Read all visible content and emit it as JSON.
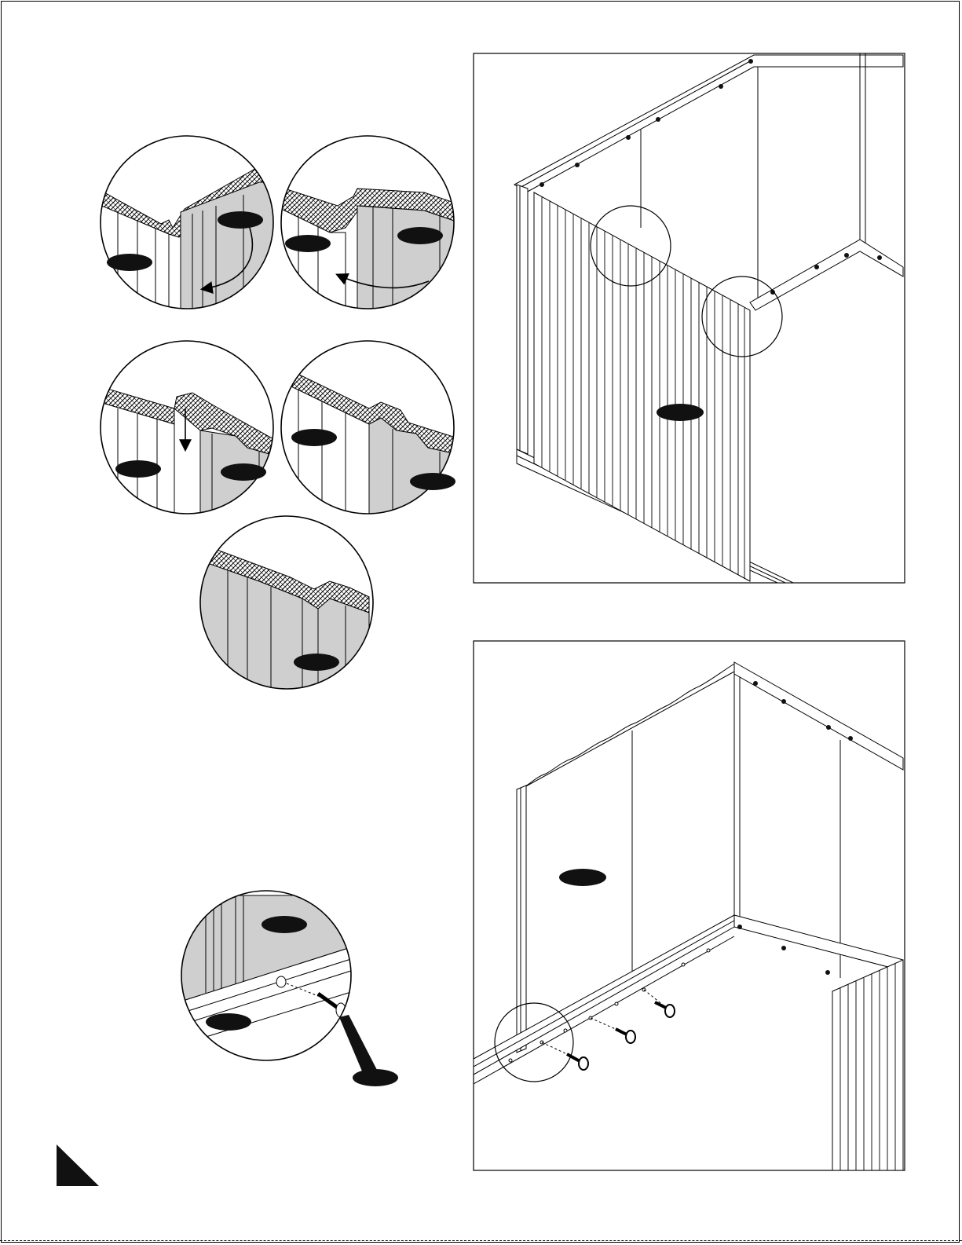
{
  "page": {
    "corner_marker": "page-corner-triangle"
  },
  "figures": [
    {
      "id": "detail-1a",
      "callouts": [
        "",
        ""
      ]
    },
    {
      "id": "detail-1b",
      "callouts": [
        "",
        ""
      ]
    },
    {
      "id": "detail-2a",
      "callouts": [
        "",
        ""
      ]
    },
    {
      "id": "detail-2b",
      "callouts": [
        "",
        ""
      ]
    },
    {
      "id": "detail-3",
      "callouts": [
        ""
      ]
    },
    {
      "id": "detail-screw",
      "callouts": [
        "",
        "",
        ""
      ]
    },
    {
      "id": "panel-wall-top",
      "callouts": [
        ""
      ]
    },
    {
      "id": "panel-wall-bottom",
      "callouts": [
        ""
      ]
    }
  ],
  "colors": {
    "line": "#000000",
    "panel_fill": "#cfcfcf",
    "callout_fill": "#111111"
  }
}
